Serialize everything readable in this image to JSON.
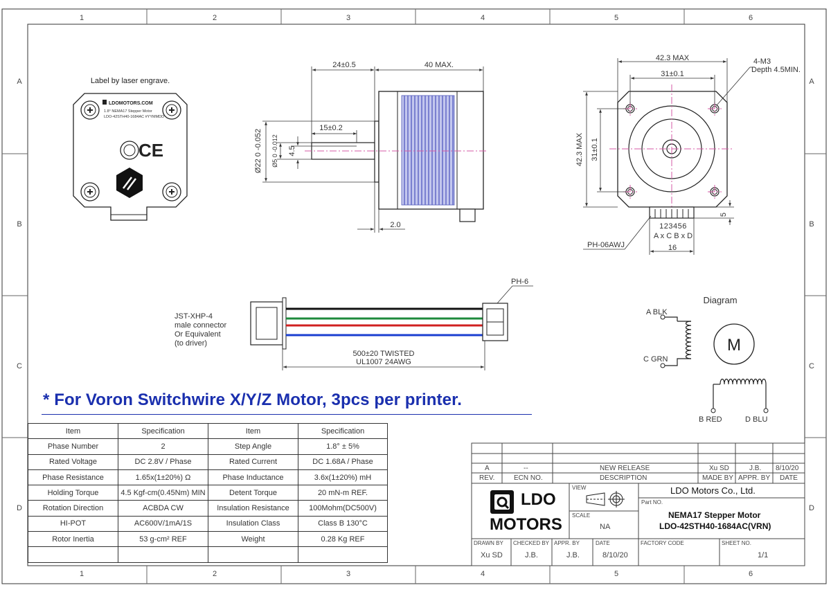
{
  "frame": {
    "columns": [
      "1",
      "2",
      "3",
      "4",
      "5",
      "6"
    ],
    "rows": [
      "A",
      "B",
      "C",
      "D"
    ]
  },
  "laser_label": {
    "caption": "Label by laser engrave.",
    "brand_url": "LDOMOTORS.COM",
    "line1": "1.8° NEMA17 Stepper Motor",
    "line2": "LDO-42STH40-1684AC  #YYMMDD",
    "ce_mark": "CE",
    "icons": [
      "screw-icon",
      "ce-mark-icon",
      "ldo-logo-icon"
    ]
  },
  "side_view": {
    "dim_shaft_length": "24±0.5",
    "dim_body_length": "40 MAX.",
    "dim_flat_length": "15±0.2",
    "dim_boss_dia": "Ø22 0 -0.052",
    "dim_shaft_dia": "Ø5 0 -0.012",
    "dim_flat_depth": "4.5",
    "dim_boss_height": "2.0"
  },
  "front_view": {
    "dim_outer_width": "42.3 MAX",
    "dim_hole_spacing_h": "31±0.1",
    "dim_outer_height": "42.3 MAX",
    "dim_hole_spacing_v": "31±0.1",
    "thread_note_1": "4-M3",
    "thread_note_2": "Depth 4.5MIN.",
    "dim_connector_offset": "5",
    "pin_numbers": "123456",
    "pin_letters": "A x C B x D",
    "connector_part": "PH-06AWJ",
    "dim_connector_width": "16"
  },
  "cable": {
    "end_label": "PH-6",
    "connector_note": [
      "JST-XHP-4",
      "male connector",
      "Or Equivalent",
      "(to driver)"
    ],
    "length_line1": "500±20 TWISTED",
    "length_line2": "UL1007 24AWG",
    "wire_colors": [
      "#111111",
      "#1e8a3c",
      "#d02020",
      "#1a3fd0"
    ]
  },
  "wiring_diagram": {
    "title": "Diagram",
    "motor_symbol": "M",
    "wire_labels": [
      "A BLK",
      "C GRN",
      "B RED",
      "D BLU"
    ]
  },
  "banner": "*  For Voron Switchwire X/Y/Z Motor, 3pcs per printer.",
  "spec_table": {
    "headers": [
      "Item",
      "Specification",
      "Item",
      "Specification"
    ],
    "rows": [
      [
        "Phase Number",
        "2",
        "Step Angle",
        "1.8° ± 5%"
      ],
      [
        "Rated Voltage",
        "DC 2.8V / Phase",
        "Rated Current",
        "DC 1.68A / Phase"
      ],
      [
        "Phase Resistance",
        "1.65x(1±20%) Ω",
        "Phase Inductance",
        "3.6x(1±20%) mH"
      ],
      [
        "Holding Torque",
        "4.5 Kgf-cm(0.45Nm) MIN",
        "Detent Torque",
        "20 mN-m REF."
      ],
      [
        "Rotation Direction",
        "ACBDA CW",
        "Insulation Resistance",
        "100Mohm(DC500V)"
      ],
      [
        "HI-POT",
        "AC600V/1mA/1S",
        "Insulation Class",
        "Class B 130°C"
      ],
      [
        "Rotor Inertia",
        "53 g-cm² REF",
        "Weight",
        "0.28 Kg REF"
      ],
      [
        "",
        "",
        "",
        ""
      ]
    ]
  },
  "title_block": {
    "revision": {
      "rev": "A",
      "ecn": "--",
      "description": "NEW RELEASE",
      "made_by": "Xu SD",
      "appr_by": "J.B.",
      "date": "8/10/20"
    },
    "revision_headers": {
      "rev": "REV.",
      "ecn": "ECN NO.",
      "description": "DESCRIPTION",
      "made_by": "MADE BY",
      "appr_by": "APPR. BY",
      "date": "DATE"
    },
    "logo_line1": "LDO",
    "logo_line2": "MOTORS",
    "view_label": "VIEW",
    "scale_label": "SCALE",
    "scale_value": "NA",
    "company": "LDO Motors Co., Ltd.",
    "part_no_label": "Part NO.",
    "part_name": "NEMA17 Stepper Motor",
    "part_number": "LDO-42STH40-1684AC(VRN)",
    "drawn_by_label": "DRAWN BY",
    "drawn_by": "Xu SD",
    "checked_by_label": "CHECKED BY",
    "checked_by": "J.B.",
    "appr_by_label": "APPR. BY",
    "appr_by": "J.B.",
    "date_label": "DATE",
    "date": "8/10/20",
    "factory_code_label": "FACTORY CODE",
    "sheet_label": "SHEET NO.",
    "sheet": "1/1"
  }
}
